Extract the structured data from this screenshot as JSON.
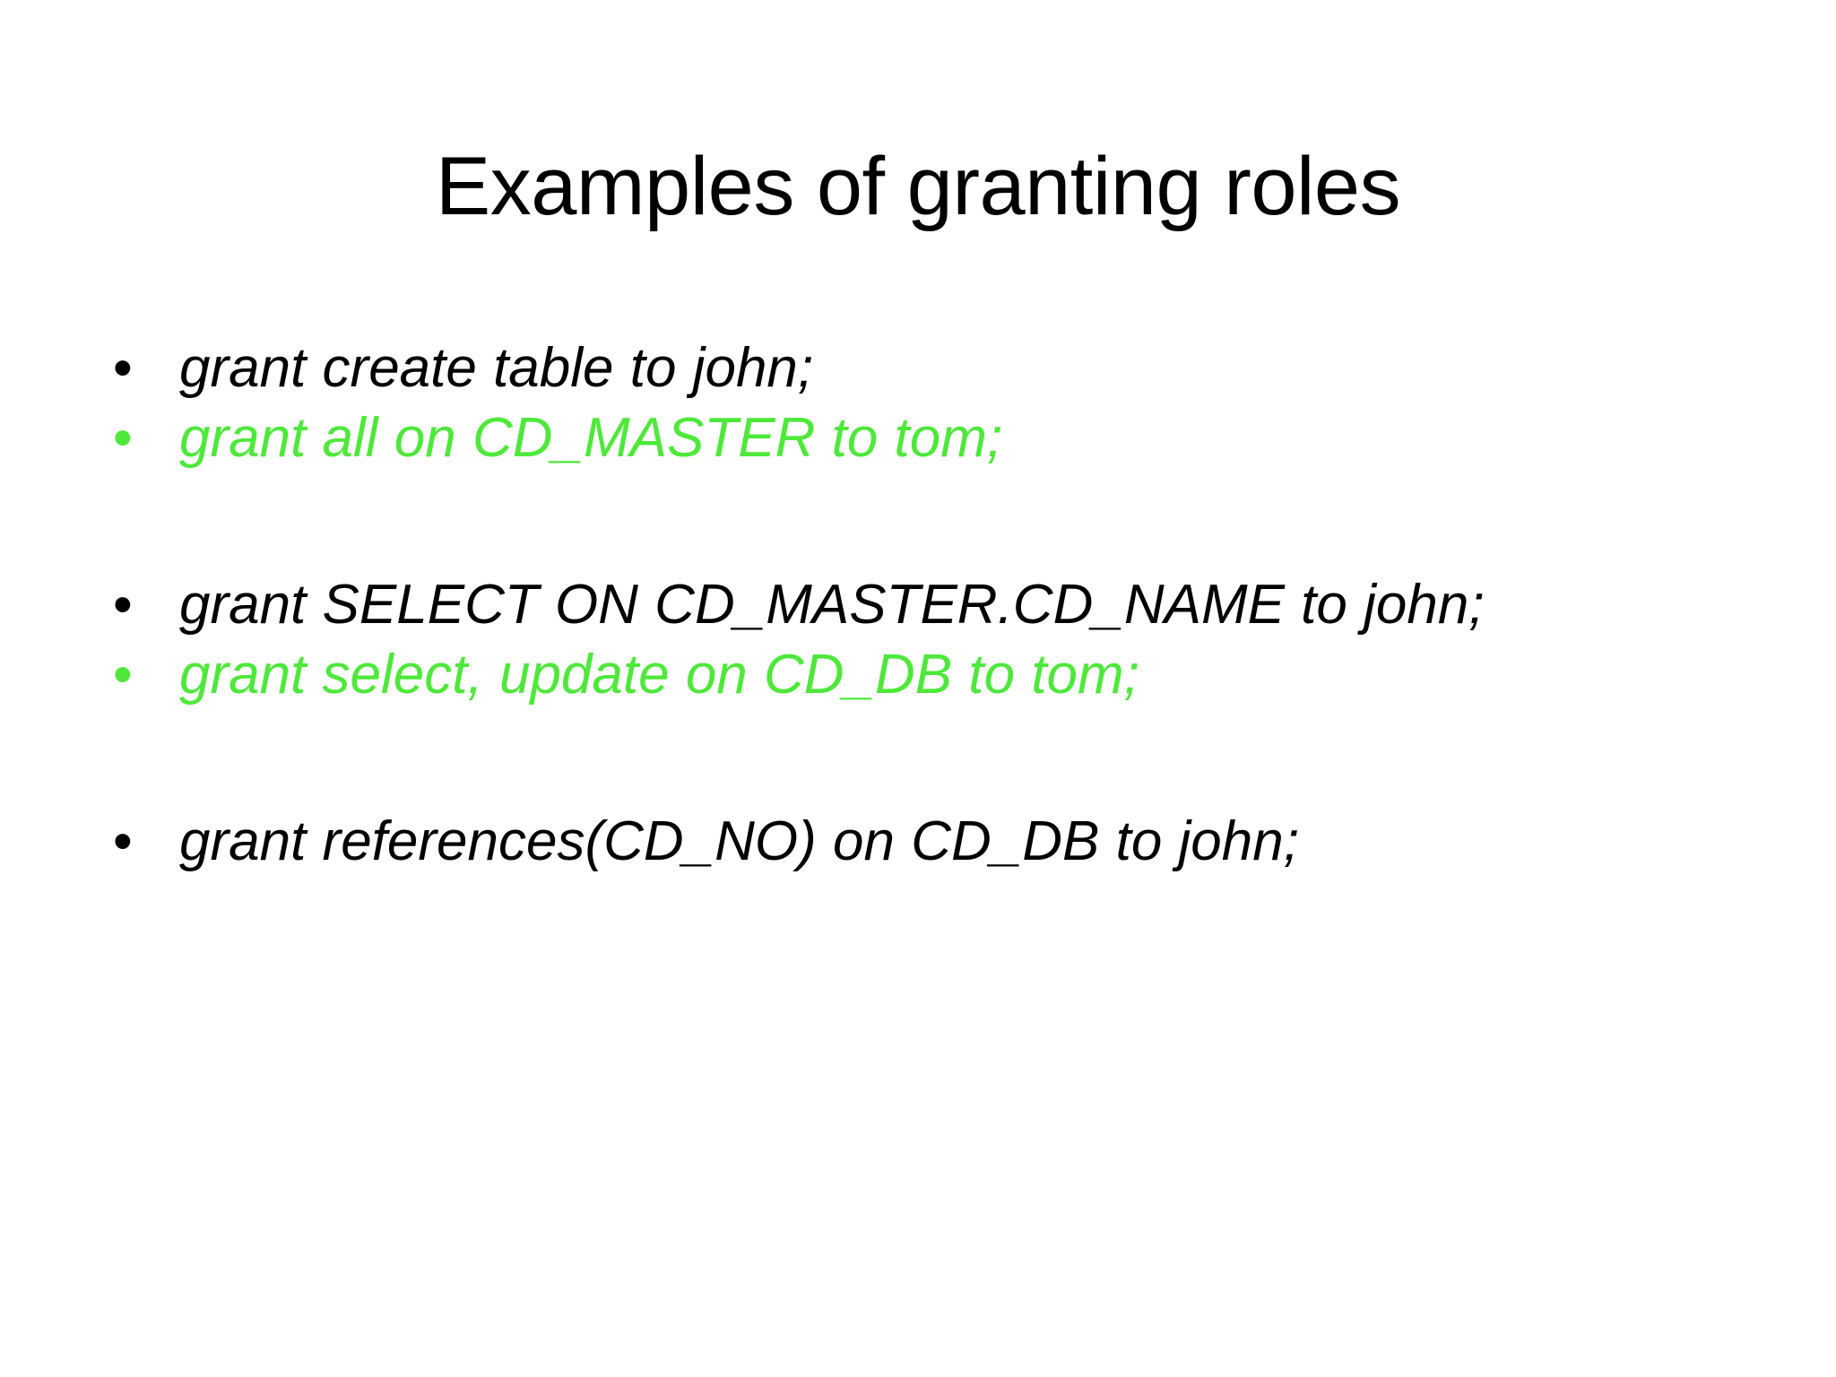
{
  "slide": {
    "title": "Examples of granting roles",
    "background_color": "#ffffff",
    "title_color": "#000000",
    "accent_green": "#4ee83a",
    "bullet_glyph": "•",
    "body": [
      {
        "id": "bullet-1",
        "text": "grant create table to john;",
        "color": "#000000",
        "blank": false
      },
      {
        "id": "bullet-2",
        "text": "grant all on CD_MASTER to tom;",
        "color": "#4ee83a",
        "blank": false
      },
      {
        "id": "bullet-spacer-1",
        "text": "",
        "color": "#000000",
        "blank": true
      },
      {
        "id": "bullet-3",
        "text": "grant SELECT ON CD_MASTER.CD_NAME to john;",
        "color": "#000000",
        "blank": false
      },
      {
        "id": "bullet-4",
        "text": "grant select, update on CD_DB to tom;",
        "color": "#4ee83a",
        "blank": false
      },
      {
        "id": "bullet-spacer-2",
        "text": "",
        "color": "#000000",
        "blank": true
      },
      {
        "id": "bullet-5",
        "text": "grant references(CD_NO) on CD_DB to john;",
        "color": "#000000",
        "blank": false
      }
    ]
  }
}
